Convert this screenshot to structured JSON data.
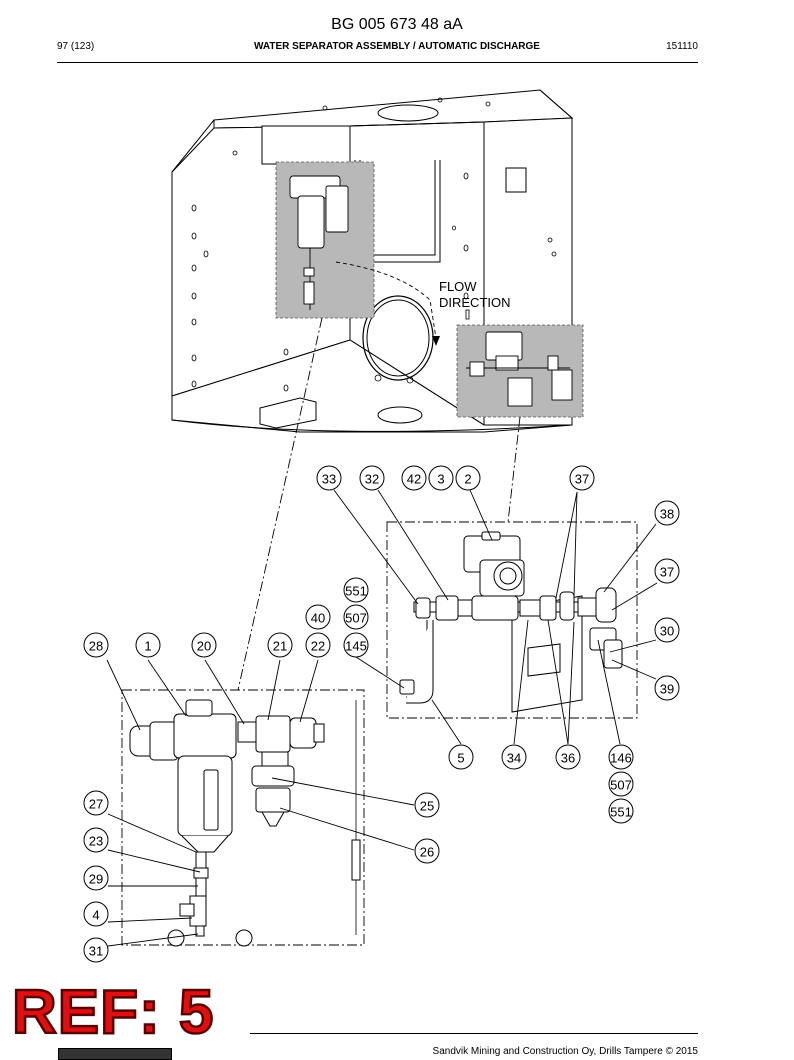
{
  "header": {
    "document_id": "BG 005 673 48 aA",
    "page": "97 (123)",
    "title": "WATER SEPARATOR ASSEMBLY / AUTOMATIC DISCHARGE",
    "date_code": "151110"
  },
  "drawing": {
    "flow_label_line1": "FLOW",
    "flow_label_line2": "DIRECTION",
    "callouts": [
      "33",
      "32",
      "42",
      "3",
      "2",
      "37",
      "38",
      "37",
      "551",
      "507",
      "145",
      "40",
      "22",
      "30",
      "39",
      "28",
      "1",
      "20",
      "21",
      "5",
      "34",
      "36",
      "146",
      "507",
      "551",
      "27",
      "25",
      "23",
      "26",
      "29",
      "4",
      "31"
    ]
  },
  "footer": {
    "copyright": "Sandvik Mining and Construction Oy, Drills Tampere © 2015",
    "ref_stamp": "REF: 5"
  },
  "colors": {
    "highlight_gray": "#b8b8b8",
    "stamp_red": "#e01010"
  }
}
